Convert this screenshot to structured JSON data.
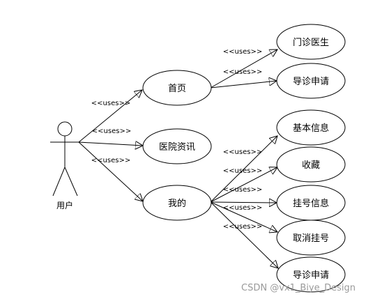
{
  "actor": {
    "label": "用户"
  },
  "use_cases": {
    "home": "首页",
    "news": "医院资讯",
    "mine": "我的",
    "outpatient_doctor": "门诊医生",
    "guide_apply_1": "导诊申请",
    "basic_info": "基本信息",
    "favorites": "收藏",
    "registration_info": "挂号信息",
    "cancel_registration": "取消挂号",
    "guide_apply_2": "导诊申请"
  },
  "relation_label": "<<uses>>",
  "watermark": "CSDN @vx1_Biye_Design"
}
